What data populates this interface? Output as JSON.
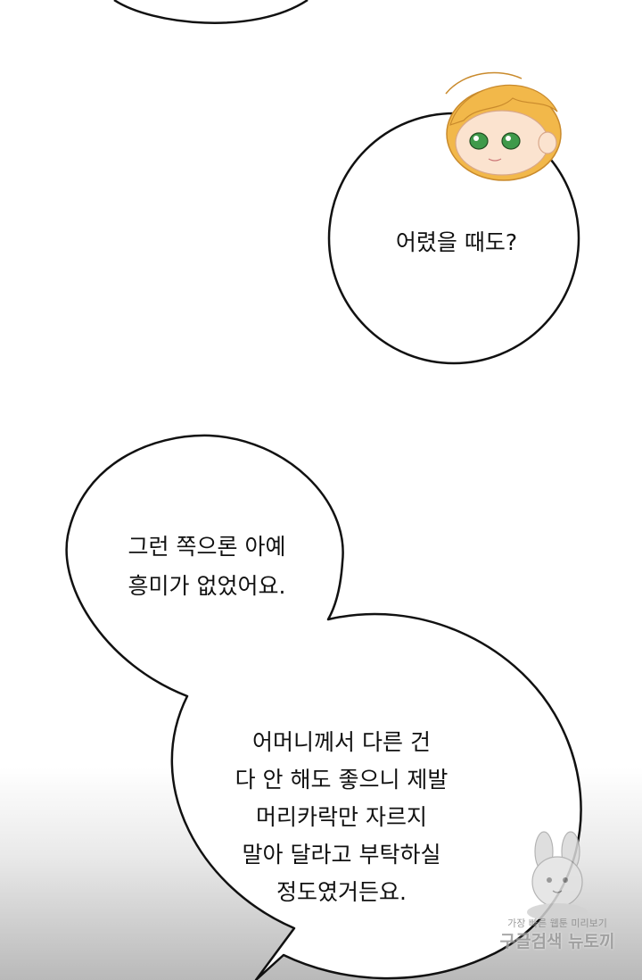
{
  "bubbles": {
    "childhood_question": {
      "lines": [
        "어렸을 때도?"
      ]
    },
    "no_interest": {
      "lines": [
        "그런 쪽으론 아예",
        "흥미가 없었어요."
      ]
    },
    "mother_request": {
      "lines": [
        "어머니께서 다른 건",
        "다 안 해도 좋으니 제발",
        "머리카락만 자르지",
        "말아 달라고 부탁하실",
        "정도였거든요."
      ]
    }
  },
  "character": {
    "hair_color": "#f2b84a",
    "eye_color": "#3f9a4a",
    "skin_color": "#fbe3cf"
  },
  "watermark": {
    "small_text": "가장 빠른 웹툰 미리보기",
    "big_text": "구글검색 뉴토끼"
  }
}
